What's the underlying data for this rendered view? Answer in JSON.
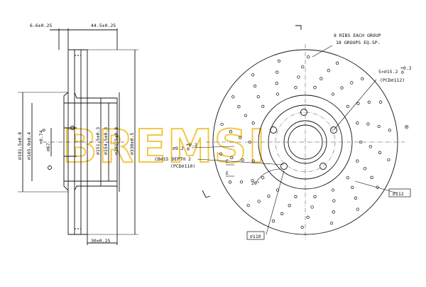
{
  "brand": {
    "watermark": "BREMSI",
    "reg_mark": "®",
    "color": "#f2c230"
  },
  "side_view": {
    "top_dims": [
      "6.6±0.25",
      "44.5±0.25"
    ],
    "bottom_dim": "30±0.25",
    "vertical_dims": [
      "⌀191.5±0.8",
      "⌀165.9±0.4",
      "⌀67",
      "⌀151.5±0.3",
      "⌀154.5±0.3",
      "⌀191.5±0.8",
      "⌀330±0.5"
    ],
    "tol_upper": "+0.74",
    "tol_lower": "0"
  },
  "front_view": {
    "notes": [
      "8 RIBS EACH GROUP",
      "18 GROUPS EQ.SP."
    ],
    "bolt_spec": "5×⌀15.2",
    "bolt_tol_upper": "+0.2",
    "bolt_tol_lower": "0",
    "bolt_pcd": "(PCD⌀112)",
    "hole_spec": "⌀9.2",
    "hole_tol_upper": "+0.2",
    "hole_tol_lower": "0",
    "cb_spec": "CB⌀15 DEPTH 2",
    "cb_pcd": "(PCD⌀110)",
    "angle": "20°",
    "section_marks": [
      "E",
      "E"
    ],
    "label_112": "⌀112",
    "label_110": "⌀110"
  }
}
